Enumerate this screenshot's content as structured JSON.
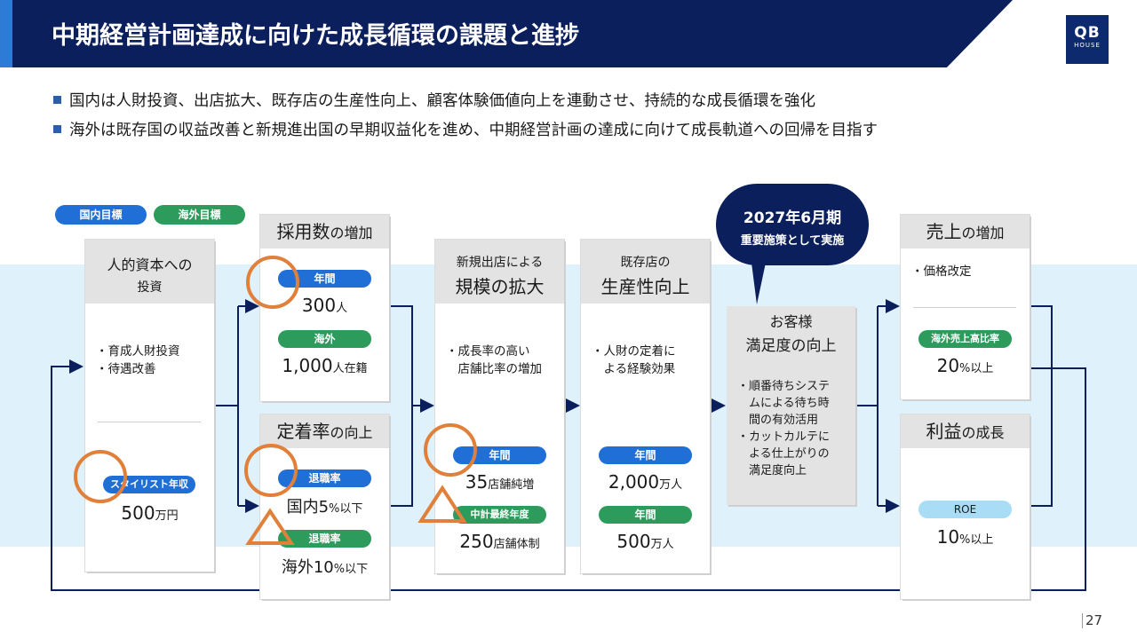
{
  "header": {
    "title": "中期経営計画達成に向けた成長循環の課題と進捗",
    "logo_line1": "QB",
    "logo_line2": "HOUSE"
  },
  "bullets": [
    "国内は人財投資、出店拡大、既存店の生産性向上、顧客体験価値向上を連動させ、持続的な成長循環を強化",
    "海外は既存国の収益改善と新規進出国の早期収益化を進め、中期経営計画の達成に向けて成長軌道への回帰を目指す"
  ],
  "legend": {
    "domestic": "国内目標",
    "overseas": "海外目標"
  },
  "callout": {
    "line1": "2027年6月期",
    "line2": "重要施策として実施"
  },
  "cards": {
    "human_capital": {
      "title_line1": "人的資本への",
      "title_line2": "投資",
      "items": [
        "・育成人財投資",
        "・待遇改善"
      ],
      "pill": "スタイリスト年収",
      "value": "500",
      "unit": "万円"
    },
    "hiring": {
      "title_main": "採用数",
      "title_sub": "の増加",
      "pill1": "年間",
      "value1": "300",
      "unit1": "人",
      "pill2": "海外",
      "value2": "1,000",
      "unit2": "人在籍"
    },
    "retention": {
      "title_main": "定着率",
      "title_sub": "の向上",
      "pill1": "退職率",
      "value1_prefix": "国内",
      "value1": "5",
      "unit1": "%以下",
      "pill2": "退職率",
      "value2_prefix": "海外",
      "value2": "10",
      "unit2": "%以下"
    },
    "expansion": {
      "title_line1": "新規出店による",
      "title_line2": "規模の拡大",
      "items": [
        "・成長率の高い",
        "　店舗比率の増加"
      ],
      "pill1": "年間",
      "value1": "35",
      "unit1": "店舗純増",
      "pill2": "中計最終年度",
      "value2": "250",
      "unit2": "店舗体制"
    },
    "productivity": {
      "title_line1": "既存店の",
      "title_line2": "生産性向上",
      "items": [
        "・人財の定着に",
        "　よる経験効果"
      ],
      "pill1": "年間",
      "value1": "2,000",
      "unit1": "万人",
      "pill2": "年間",
      "value2": "500",
      "unit2": "万人"
    },
    "satisfaction": {
      "title_line1": "お客様",
      "title_line2": "満足度の向上",
      "items": [
        "・順番待ちシステ",
        "　ムによる待ち時",
        "　間の有効活用",
        "・カットカルテに",
        "　よる仕上がりの",
        "　満足度向上"
      ]
    },
    "sales": {
      "title_main": "売上",
      "title_sub": "の増加",
      "items": [
        "・価格改定"
      ],
      "pill": "海外売上高比率",
      "value": "20",
      "unit": "%以上"
    },
    "profit": {
      "title_main": "利益",
      "title_sub": "の成長",
      "pill": "ROE",
      "value": "10",
      "unit": "%以上"
    }
  },
  "page_number": "27",
  "colors": {
    "navy": "#0b1f5c",
    "accent": "#2d7bd6",
    "blue": "#1f6fd6",
    "green": "#2c9b5c",
    "orange": "#e0803a"
  }
}
